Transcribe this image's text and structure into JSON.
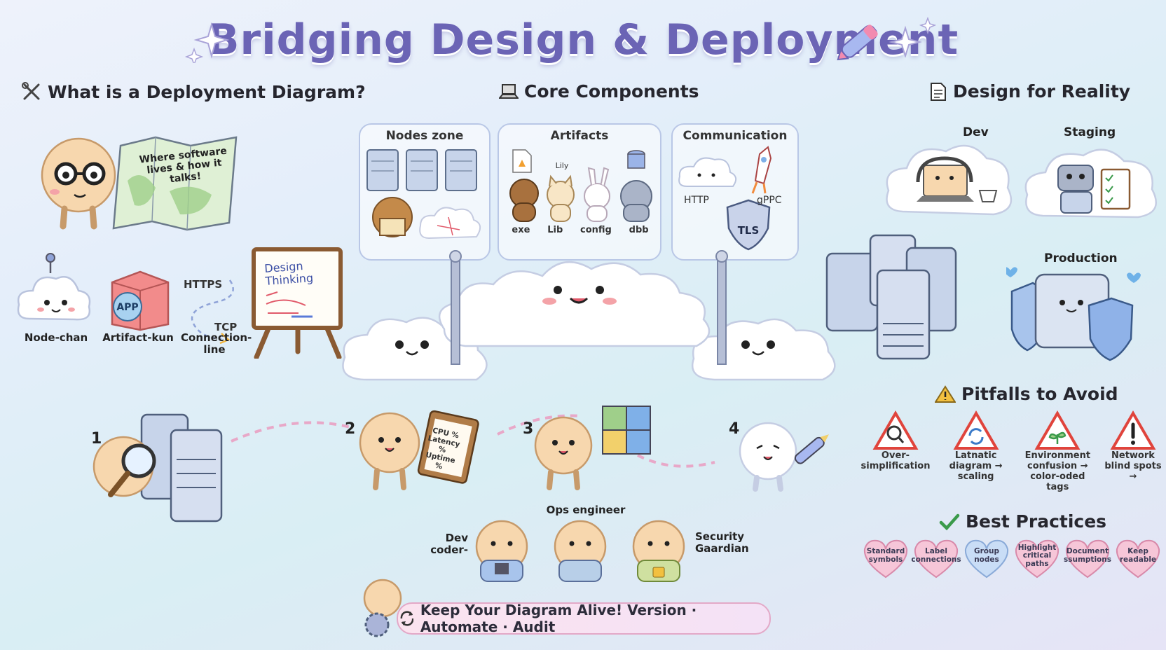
{
  "title": "Bridging Design & Deployment",
  "sections": {
    "what": "What is a Deployment Diagram?",
    "core": "Core Components",
    "reality": "Design for Reality",
    "pitfalls": "Pitfalls to Avoid",
    "best": "Best Practices"
  },
  "what": {
    "map_text": "Where software lives & how it talks!",
    "node_chan": "Node-chan",
    "artifact_kun": "Artifact-kun",
    "app_badge": "APP",
    "connection_line": "Connection-line",
    "https": "HTTPS",
    "tcp": "TCP",
    "board_text": "Design Thinking"
  },
  "core": {
    "nodes_zone": "Nodes zone",
    "artifacts": "Artifacts",
    "artifact_labels": [
      "exe",
      "Lib",
      "config",
      "dbb"
    ],
    "artifact_top": "Lily",
    "communication": "Communication",
    "http": "HTTP",
    "grpc": "gPPC",
    "tls": "TLS"
  },
  "steps": {
    "n1": "1",
    "n2": "2",
    "n3": "3",
    "n4": "4",
    "clipboard": "CPU % Latency % Uptime %"
  },
  "team": {
    "dev": "Dev coder-",
    "ops": "Ops engineer",
    "security": "Security Gaardian"
  },
  "footer": "Keep Your Diagram Alive! Version · Automate · Audit",
  "reality": {
    "dev": "Dev",
    "staging": "Staging",
    "production": "Production"
  },
  "pitfalls": [
    {
      "label": "Over-simplification",
      "icon": "magnifier-icon"
    },
    {
      "label": "Latnatic diagram → scaling",
      "icon": "refresh-icon"
    },
    {
      "label": "Environment confusion → color-oded tags",
      "icon": "sprout-icon"
    },
    {
      "label": "Network blind spots →",
      "icon": "exclamation-icon"
    }
  ],
  "best": [
    "Standard symbols",
    "Label connections",
    "Group nodes",
    "Highlight critical paths",
    "Document ssumptions",
    "Keep readable"
  ],
  "colors": {
    "title": "#6b64b5",
    "warning": "#e0443c",
    "heart_pink": "#f6c6d8",
    "heart_blue": "#c9ddf6"
  }
}
